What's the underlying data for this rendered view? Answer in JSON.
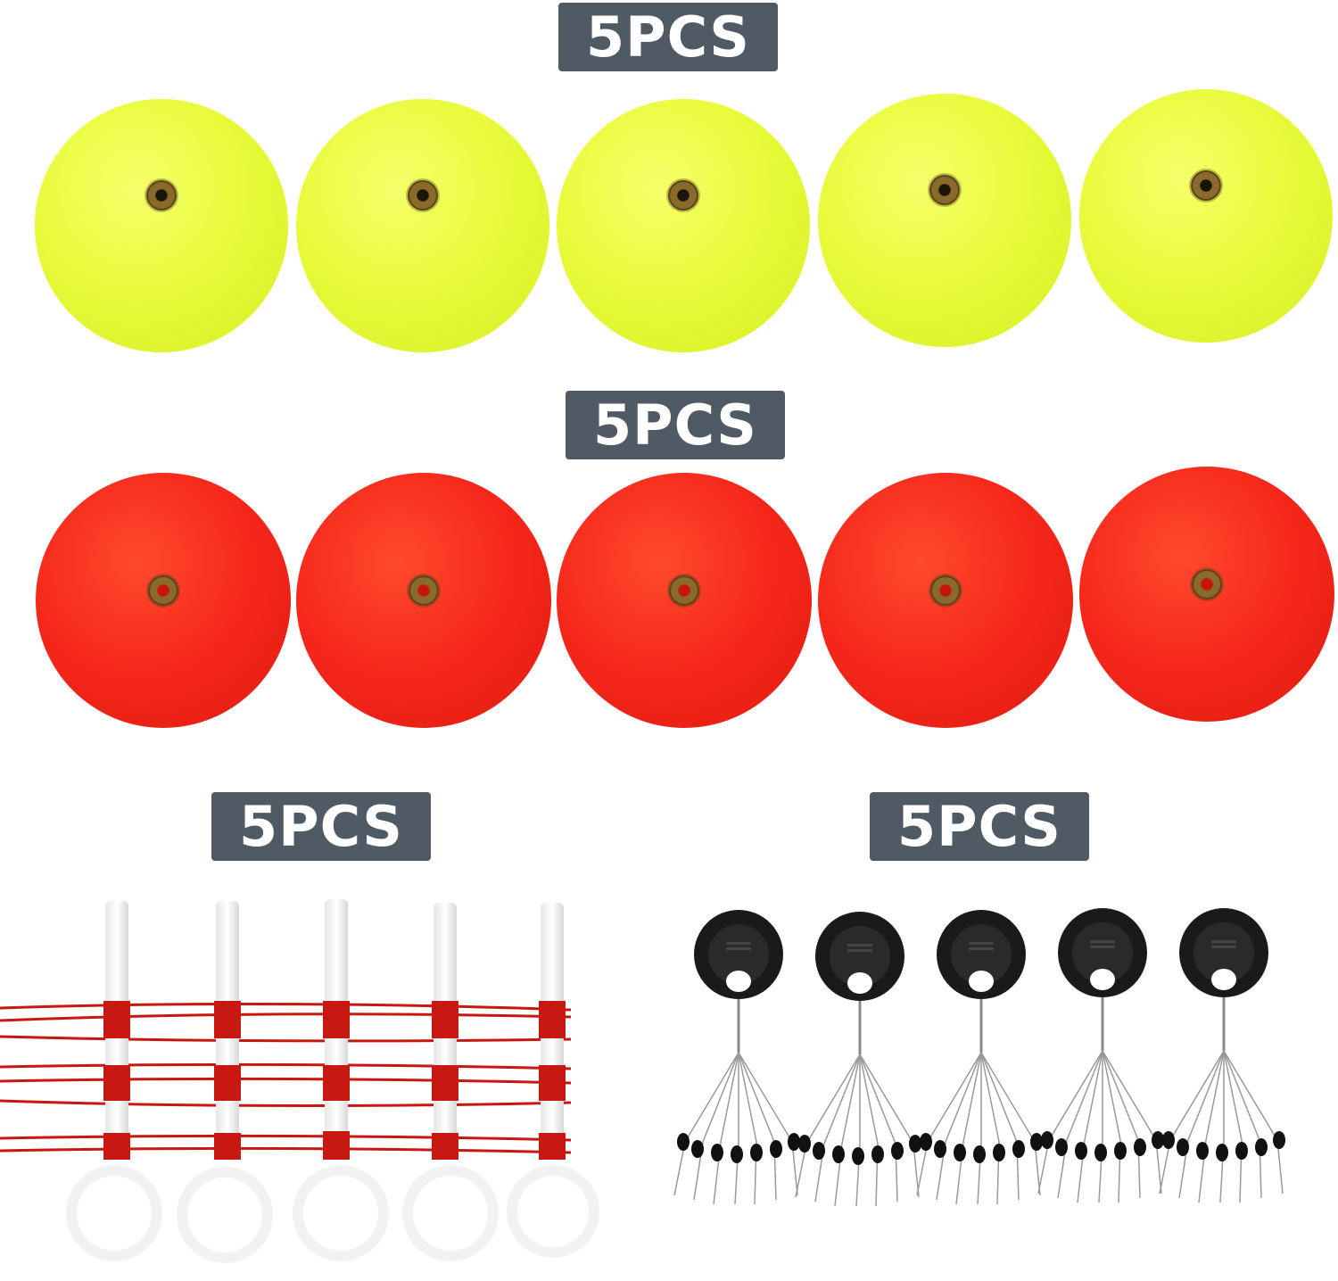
{
  "badges": {
    "yellow_floats": "5PCS",
    "red_floats": "5PCS",
    "float_stoppers": "5PCS",
    "bead_stoppers": "5PCS"
  },
  "colors": {
    "badge_bg": "#505a64",
    "yellow_float": "#e9fb3c",
    "red_float": "#f5271a",
    "line_red": "#c81812",
    "stopper_black": "#1a1a1a"
  },
  "items": {
    "yellow_float_count": 5,
    "red_float_count": 5,
    "float_stopper_count": 5,
    "bead_stopper_count": 5
  }
}
